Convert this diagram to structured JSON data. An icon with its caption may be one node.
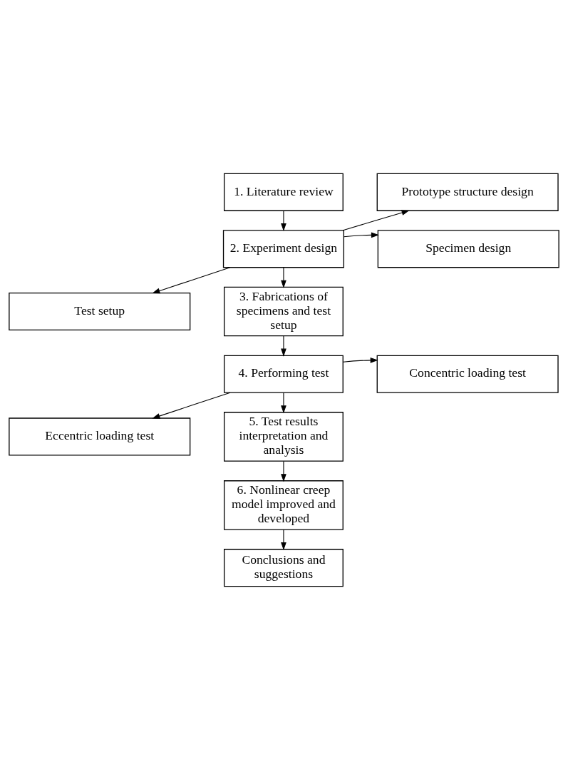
{
  "diagram": {
    "nodes": [
      {
        "text": [
          "1. Literature review"
        ]
      },
      {
        "text": [
          "2. Experiment design"
        ]
      },
      {
        "text": [
          "Prototype structure design"
        ]
      },
      {
        "text": [
          "Specimen design"
        ]
      },
      {
        "text": [
          "Test setup"
        ]
      },
      {
        "text": [
          "3. Fabrications of specimens and test setup"
        ]
      },
      {
        "text": [
          "4. Performing test"
        ]
      },
      {
        "text": [
          "Concentric loading test"
        ]
      },
      {
        "text": [
          "Eccentric loading test"
        ]
      },
      {
        "text": [
          "5. Test results interpretation and analysis"
        ]
      },
      {
        "text": [
          "6. Nonlinear creep model improved and developed"
        ]
      },
      {
        "text": [
          "Conclusions and suggestions"
        ]
      }
    ],
    "edges": [
      {
        "from": 0,
        "to": 1,
        "arrow": "to"
      },
      {
        "from": 1,
        "to": 2,
        "arrow": "to"
      },
      {
        "from": 1,
        "to": 3,
        "arrow": "to"
      },
      {
        "from": 1,
        "to": 4,
        "arrow": "to"
      },
      {
        "from": 1,
        "to": 5,
        "arrow": "to"
      },
      {
        "from": 5,
        "to": 6,
        "arrow": "to"
      },
      {
        "from": 6,
        "to": 7,
        "arrow": "to"
      },
      {
        "from": 6,
        "to": 8,
        "arrow": "to"
      },
      {
        "from": 6,
        "to": 9,
        "arrow": "to"
      },
      {
        "from": 9,
        "to": 10,
        "arrow": "to"
      },
      {
        "from": 10,
        "to": 11,
        "arrow": "to"
      }
    ]
  }
}
